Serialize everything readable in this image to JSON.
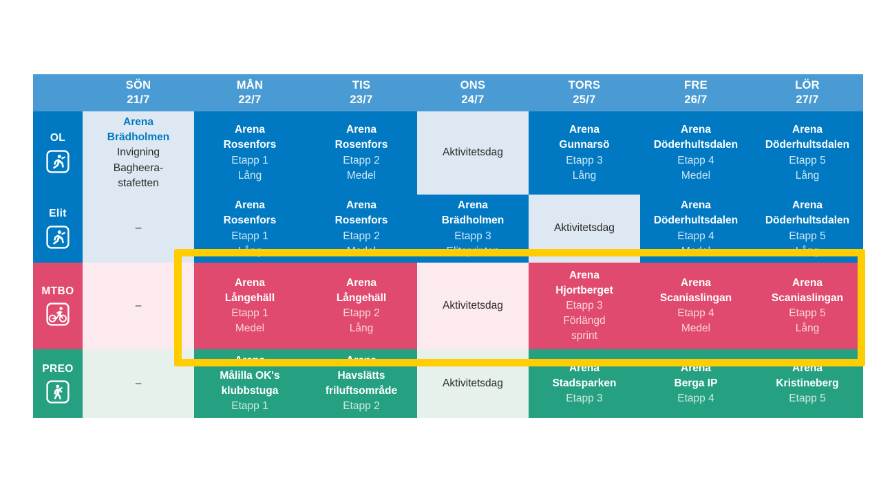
{
  "table": {
    "corner_label": "",
    "days": [
      {
        "name": "SÖN",
        "date": "21/7"
      },
      {
        "name": "MÅN",
        "date": "22/7"
      },
      {
        "name": "TIS",
        "date": "23/7"
      },
      {
        "name": "ONS",
        "date": "24/7"
      },
      {
        "name": "TORS",
        "date": "25/7"
      },
      {
        "name": "FRE",
        "date": "26/7"
      },
      {
        "name": "LÖR",
        "date": "27/7"
      }
    ],
    "rows": [
      {
        "label": "OL",
        "icon": "runner-icon",
        "color": "#0079c2",
        "pale_color": "#dde8f2",
        "cells": [
          {
            "style": "pale",
            "bold": [
              "Arena",
              "Brädholmen"
            ],
            "plain": [
              "Invigning",
              "Bagheera-",
              "stafetten"
            ]
          },
          {
            "style": "solid",
            "bold": [
              "Arena",
              "Rosenfors"
            ],
            "plain": [
              "Etapp 1",
              "Lång"
            ]
          },
          {
            "style": "solid",
            "bold": [
              "Arena",
              "Rosenfors"
            ],
            "plain": [
              "Etapp 2",
              "Medel"
            ]
          },
          {
            "style": "pale",
            "bold": [],
            "plain": [],
            "activity": "Aktivitetsdag"
          },
          {
            "style": "solid",
            "bold": [
              "Arena",
              "Gunnarsö"
            ],
            "plain": [
              "Etapp 3",
              "Lång"
            ]
          },
          {
            "style": "solid",
            "bold": [
              "Arena",
              "Döderhultsdalen"
            ],
            "plain": [
              "Etapp 4",
              "Medel"
            ]
          },
          {
            "style": "solid",
            "bold": [
              "Arena",
              "Döderhultsdalen"
            ],
            "plain": [
              "Etapp 5",
              "Lång"
            ]
          }
        ]
      },
      {
        "label": "Elit",
        "icon": "runner-icon",
        "color": "#0079c2",
        "pale_color": "#dde8f2",
        "cells": [
          {
            "style": "pale",
            "bold": [],
            "plain": [],
            "dash": "–"
          },
          {
            "style": "solid",
            "bold": [
              "Arena",
              "Rosenfors"
            ],
            "plain": [
              "Etapp 1",
              "Lång"
            ]
          },
          {
            "style": "solid",
            "bold": [
              "Arena",
              "Rosenfors"
            ],
            "plain": [
              "Etapp 2",
              "Medel"
            ]
          },
          {
            "style": "solid",
            "bold": [
              "Arena",
              "Brädholmen"
            ],
            "plain": [
              "Etapp 3",
              "Elitsprinten"
            ]
          },
          {
            "style": "pale",
            "bold": [],
            "plain": [],
            "activity": "Aktivitetsdag"
          },
          {
            "style": "solid",
            "bold": [
              "Arena",
              "Döderhultsdalen"
            ],
            "plain": [
              "Etapp 4",
              "Medel"
            ]
          },
          {
            "style": "solid",
            "bold": [
              "Arena",
              "Döderhultsdalen"
            ],
            "plain": [
              "Etapp 5",
              "Lång"
            ]
          }
        ]
      },
      {
        "label": "MTBO",
        "icon": "cyclist-icon",
        "color": "#e04a6e",
        "pale_color": "#fceaee",
        "cells": [
          {
            "style": "pale",
            "bold": [],
            "plain": [],
            "dash": "–"
          },
          {
            "style": "solid",
            "bold": [
              "Arena",
              "Långehäll"
            ],
            "plain": [
              "Etapp 1",
              "Medel"
            ]
          },
          {
            "style": "solid",
            "bold": [
              "Arena",
              "Långehäll"
            ],
            "plain": [
              "Etapp 2",
              "Lång"
            ]
          },
          {
            "style": "pale",
            "bold": [],
            "plain": [],
            "activity": "Aktivitetsdag"
          },
          {
            "style": "solid",
            "bold": [
              "Arena",
              "Hjortberget"
            ],
            "plain": [
              "Etapp 3",
              "Förlängd",
              "sprint"
            ]
          },
          {
            "style": "solid",
            "bold": [
              "Arena",
              "Scaniaslingan"
            ],
            "plain": [
              "Etapp 4",
              "Medel"
            ]
          },
          {
            "style": "solid",
            "bold": [
              "Arena",
              "Scaniaslingan"
            ],
            "plain": [
              "Etapp 5",
              "Lång"
            ]
          }
        ]
      },
      {
        "label": "PREO",
        "icon": "walker-icon",
        "color": "#25a181",
        "pale_color": "#e6f1ec",
        "cells": [
          {
            "style": "pale",
            "bold": [],
            "plain": [],
            "dash": "–"
          },
          {
            "style": "solid",
            "bold": [
              "Arena",
              "Målilla OK's",
              "klubbstuga"
            ],
            "plain": [
              "Etapp 1"
            ]
          },
          {
            "style": "solid",
            "bold": [
              "Arena",
              "Havslätts",
              "friluftsområde"
            ],
            "plain": [
              "Etapp 2"
            ]
          },
          {
            "style": "pale",
            "bold": [],
            "plain": [],
            "activity": "Aktivitetsdag"
          },
          {
            "style": "solid",
            "bold": [
              "Arena",
              "Stadsparken"
            ],
            "plain": [
              "Etapp 3"
            ]
          },
          {
            "style": "solid",
            "bold": [
              "Arena",
              "Berga IP"
            ],
            "plain": [
              "Etapp 4"
            ]
          },
          {
            "style": "solid",
            "bold": [
              "Arena",
              "Kristineberg"
            ],
            "plain": [
              "Etapp 5"
            ]
          }
        ]
      }
    ]
  },
  "highlight": {
    "name": "mtbo-row-highlight",
    "color": "#ffcd00"
  },
  "colors": {
    "header_blue": "#4a9bd3",
    "ol_blue": "#0079c2",
    "mtbo_pink": "#e04a6e",
    "preo_green": "#25a181",
    "highlight_yellow": "#ffcd00"
  }
}
